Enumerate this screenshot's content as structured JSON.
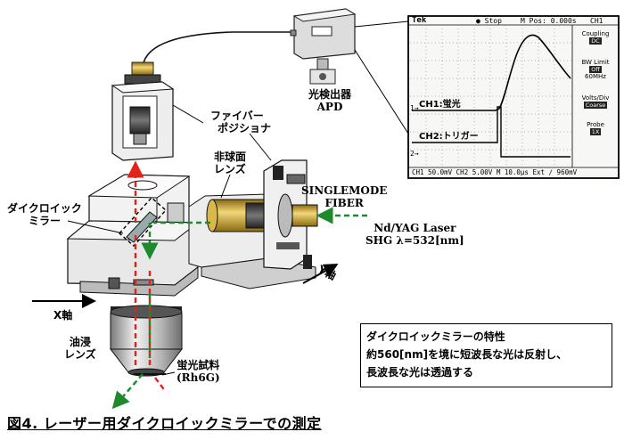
{
  "labels": {
    "fiber_positioner": [
      "ファイバー",
      "ポジショナ"
    ],
    "detector": [
      "光検出器",
      "APD"
    ],
    "aspheric_lens": [
      "非球面",
      "レンズ"
    ],
    "singlemode_fiber": [
      "SINGLEMODE",
      "FIBER"
    ],
    "dichroic_mirror": [
      "ダイクロイック",
      "ミラー"
    ],
    "laser": [
      "Nd/YAG Laser",
      "SHG  λ=532[nm]"
    ],
    "x_axis": "X軸",
    "y_axis": "Y軸",
    "oil_lens": [
      "油浸",
      "レンズ"
    ],
    "sample": [
      "蛍光試料",
      "(Rh6G)"
    ]
  },
  "oscilloscope": {
    "brand": "Tek",
    "status": "Stop",
    "time_info": "M Pos: 0.000s",
    "channel": "CH1",
    "coupling_label": "Coupling",
    "coupling_value": "DC",
    "bw_label": "BW Limit",
    "bw_value": "Off",
    "bw_sub": "60MHz",
    "volts_label": "Volts/Div",
    "volts_value": "Coarse",
    "probe_label": "Probe",
    "probe_value": "1X",
    "ch1_label": "CH1:蛍光",
    "ch2_label": "CH2:トリガー",
    "footer": "CH1  50.0mV  CH2  5.00V     M 10.0μs          Ext ∕  960mV",
    "ch1_marker": "1→",
    "ch2_marker": "2→"
  },
  "properties_box": {
    "title": "ダイクロイックミラーの特性",
    "line1": "約560[nm]を境に短波長な光は反射し、",
    "line2": "長波長な光は透過する"
  },
  "caption": "図4. レーザー用ダイクロイックミラーでの測定",
  "colors": {
    "laser_green": "#1e8a2c",
    "fluorescence_red": "#e0241c",
    "lens_gold": "#c9a227"
  }
}
